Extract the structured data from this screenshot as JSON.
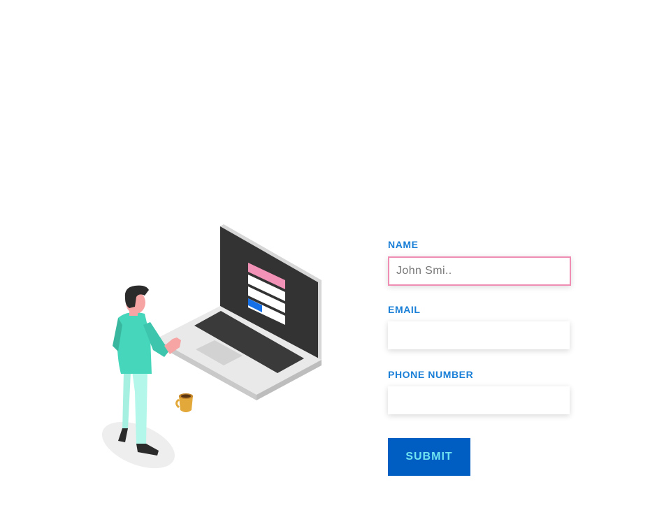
{
  "form": {
    "fields": [
      {
        "label": "NAME",
        "placeholder": "John Smi..",
        "value": ""
      },
      {
        "label": "EMAIL",
        "placeholder": "",
        "value": ""
      },
      {
        "label": "PHONE NUMBER",
        "placeholder": "",
        "value": ""
      }
    ],
    "submit_label": "SUBMIT"
  },
  "colors": {
    "label": "#1a7fd6",
    "focus_border": "#f08db3",
    "button_bg": "#005ec2",
    "button_text": "#6fe3f0"
  },
  "illustration": {
    "subject": "person-at-laptop",
    "screen_bars": [
      "pink",
      "white",
      "white",
      "white",
      "blue"
    ]
  }
}
